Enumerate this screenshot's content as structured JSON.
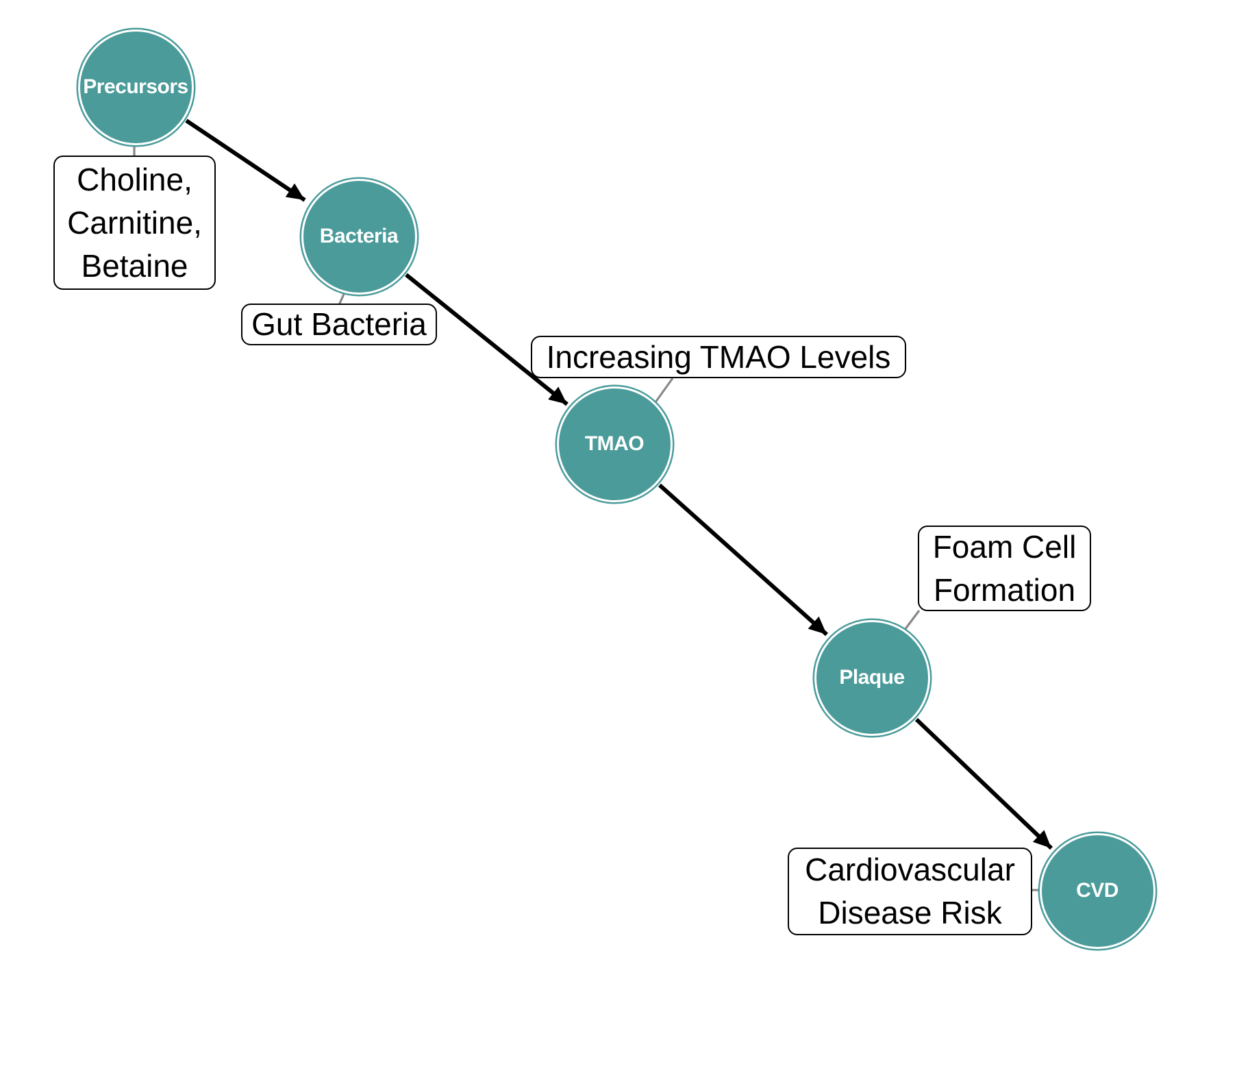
{
  "diagram": {
    "background": "#ffffff",
    "colors": {
      "node_fill": "#4a9b9a",
      "node_ring": "#ffffff",
      "node_text": "#ffffff",
      "arrow": "#000000",
      "connector": "#888888",
      "box_border": "#000000",
      "box_fill": "#ffffff",
      "box_text": "#000000"
    },
    "nodes": [
      {
        "id": "precursors",
        "label": "Precursors"
      },
      {
        "id": "bacteria",
        "label": "Bacteria"
      },
      {
        "id": "tmao",
        "label": "TMAO"
      },
      {
        "id": "plaque",
        "label": "Plaque"
      },
      {
        "id": "cvd",
        "label": "CVD"
      }
    ],
    "edges": [
      {
        "from": "Precursors",
        "to": "Bacteria"
      },
      {
        "from": "Bacteria",
        "to": "TMAO"
      },
      {
        "from": "TMAO",
        "to": "Plaque"
      },
      {
        "from": "Plaque",
        "to": "CVD"
      }
    ],
    "annotations": [
      {
        "for": "Precursors",
        "lines": [
          "Choline,",
          "Carnitine,",
          "Betaine"
        ]
      },
      {
        "for": "Bacteria",
        "lines": [
          "Gut Bacteria"
        ]
      },
      {
        "for": "TMAO",
        "lines": [
          "Increasing TMAO Levels"
        ]
      },
      {
        "for": "Plaque",
        "lines": [
          "Foam Cell",
          "Formation"
        ]
      },
      {
        "for": "CVD",
        "lines": [
          "Cardiovascular",
          "Disease Risk"
        ]
      }
    ]
  }
}
